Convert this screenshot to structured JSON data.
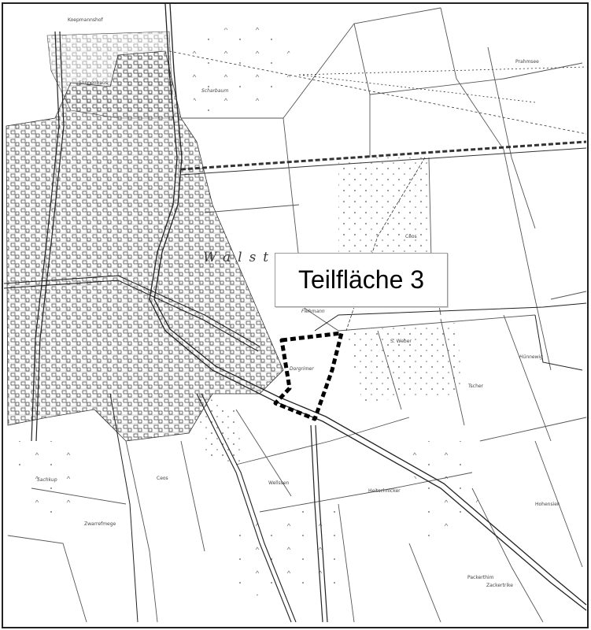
{
  "map": {
    "callout": "Teilfläche 3",
    "place_labels": {
      "walste": "Walste",
      "scharbaum": "Scharbaum",
      "ceos_n": "Ceos",
      "flehmann": "Flehmann",
      "s_weber": "S. Weber",
      "donnerner": "Dorgrimer",
      "fischer": "Tscher",
      "honnewg": "Hünnewig",
      "ceos_s": "Ceos",
      "wittpohl": "Wellssen",
      "heitschnicker": "Heitschnicker",
      "sachkamp": "Sachkup",
      "zwarrington": "Zwarrefmege",
      "hohenhusen": "Hohensiek",
      "packerhim": "Packerthim",
      "prahmsee": "Prahmsee",
      "zackertyke": "Zackertrike",
      "koepmannshof": "Koepmannshof",
      "sonnenhaus": "Sonnenhaus"
    }
  }
}
